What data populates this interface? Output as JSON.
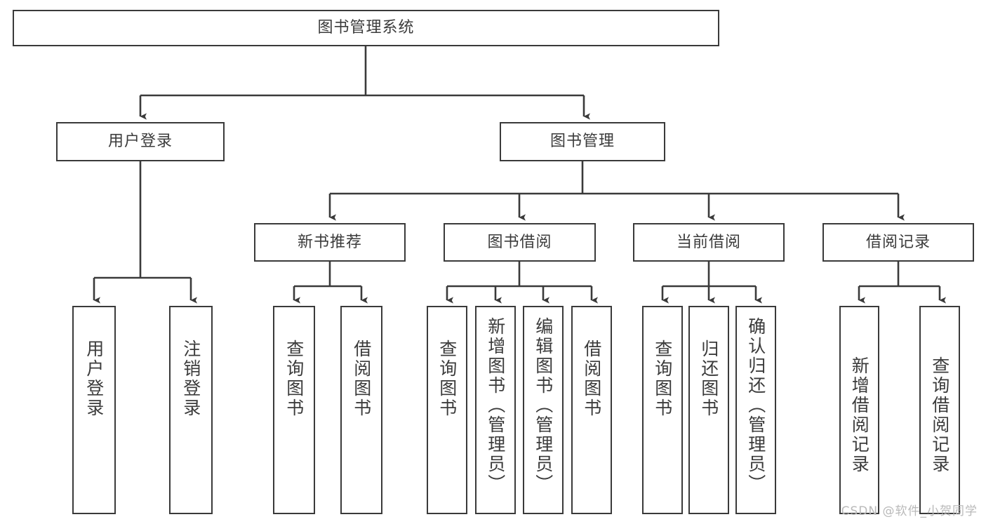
{
  "diagram": {
    "title": "图书管理系统",
    "root": {
      "label": "图书管理系统"
    },
    "level2": [
      {
        "label": "用户登录"
      },
      {
        "label": "图书管理"
      }
    ],
    "level3": [
      {
        "label": "新书推荐"
      },
      {
        "label": "图书借阅"
      },
      {
        "label": "当前借阅"
      },
      {
        "label": "借阅记录"
      }
    ],
    "leaves": {
      "user_login": [
        {
          "label": "用户登录"
        },
        {
          "label": "注销登录"
        }
      ],
      "new_book_recommend": [
        {
          "label": "查询图书"
        },
        {
          "label": "借阅图书"
        }
      ],
      "book_borrow": [
        {
          "label": "查询图书"
        },
        {
          "label": "新增图书（管理员）"
        },
        {
          "label": "编辑图书（管理员）"
        },
        {
          "label": "借阅图书"
        }
      ],
      "current_borrow": [
        {
          "label": "查询图书"
        },
        {
          "label": "归还图书"
        },
        {
          "label": "确认归还（管理员）"
        }
      ],
      "borrow_records": [
        {
          "label": "新增借阅记录"
        },
        {
          "label": "查询借阅记录"
        }
      ]
    }
  },
  "watermark": {
    "text": "CSDN @软件_小贺同学"
  },
  "colors": {
    "box_border": "#3a3a3a",
    "text": "#3b3b3b",
    "wire": "#3a3a3a",
    "background": "#ffffff",
    "watermark": "#b9b9b9"
  }
}
